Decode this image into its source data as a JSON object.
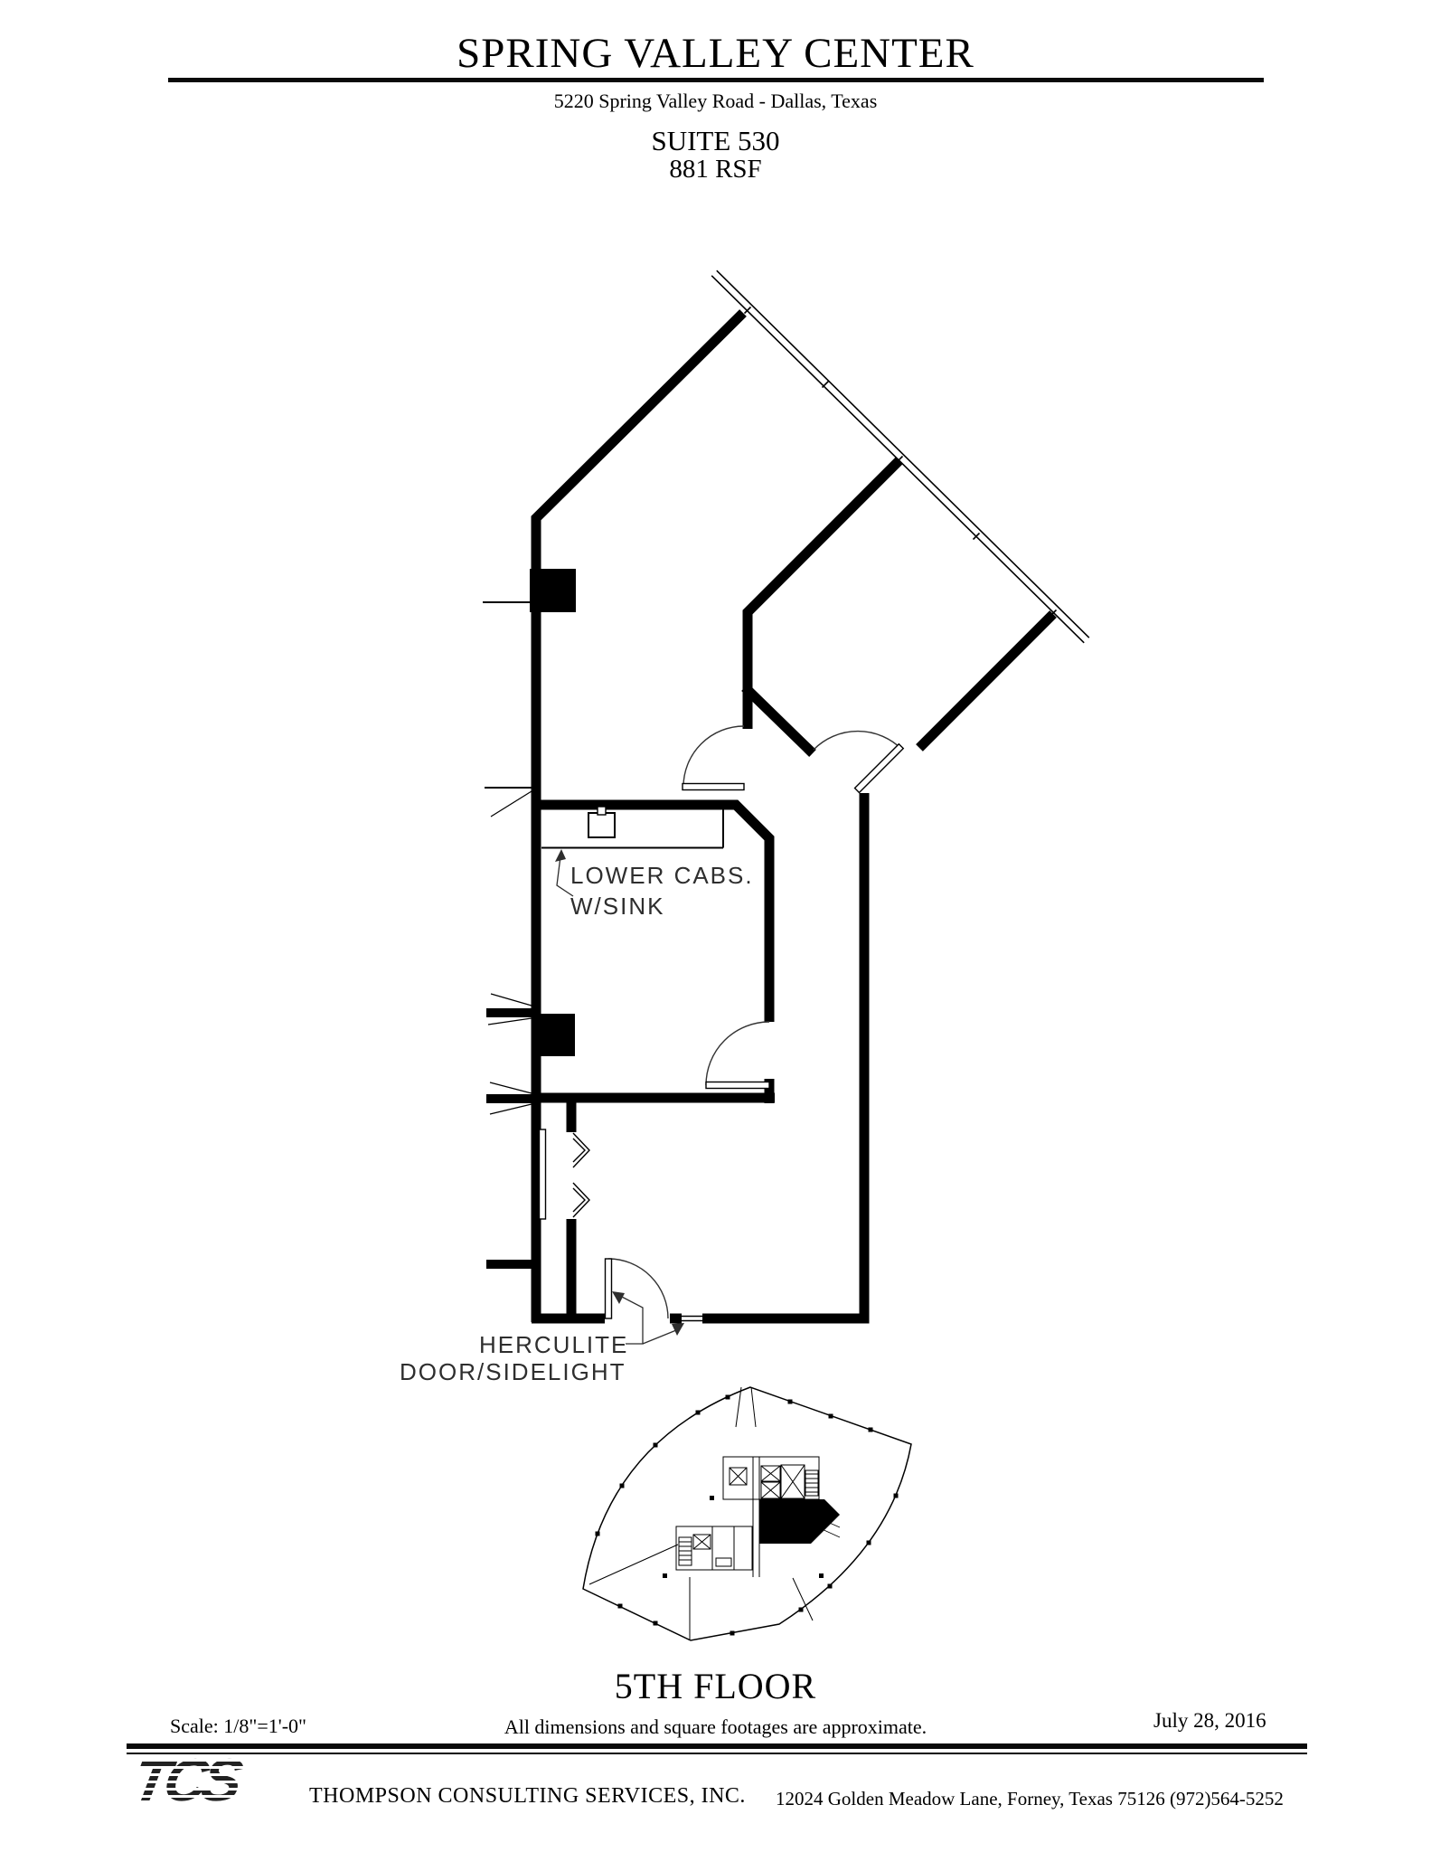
{
  "header": {
    "title": "SPRING VALLEY CENTER",
    "address": "5220 Spring Valley Road - Dallas, Texas",
    "suite": "SUITE 530",
    "area": "881 RSF"
  },
  "plan_labels": {
    "cabinets_line1": "LOWER CABS.",
    "cabinets_line2": "W/SINK",
    "entry_line1": "HERCULITE",
    "entry_line2": "DOOR/SIDELIGHT"
  },
  "key_plan": {
    "caption": "5TH FLOOR"
  },
  "footer": {
    "scale_note": "Scale: 1/8\"=1'-0\"",
    "disclaimer": "All dimensions and square footages are approximate.",
    "date": "July 28, 2016",
    "logo_text": "TCS",
    "company_name": "THOMPSON CONSULTING SERVICES, INC.",
    "company_contact": "12024 Golden Meadow Lane, Forney, Texas  75126  (972)564-5252"
  }
}
